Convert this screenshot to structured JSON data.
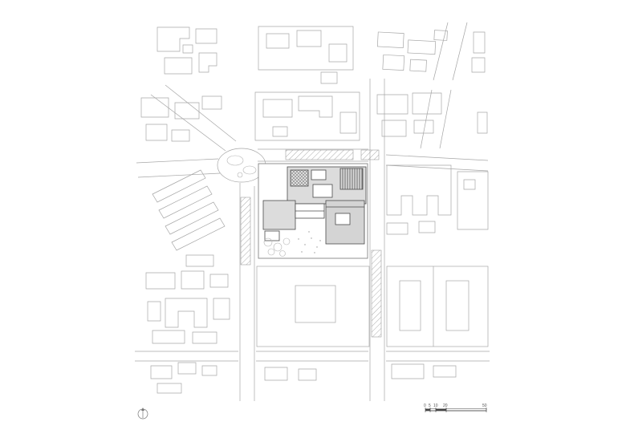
{
  "plan": {
    "colors": {
      "background": "#ffffff",
      "line": "#a6a6a6",
      "dark_line": "#4a4a4a",
      "building_fill": "#dcdcdc",
      "secondary_fill": "#d4d4d4",
      "hatch": "#8a8a8a"
    },
    "scale_bar": {
      "labels": [
        "0",
        "5",
        "10",
        "20",
        "50"
      ]
    }
  }
}
